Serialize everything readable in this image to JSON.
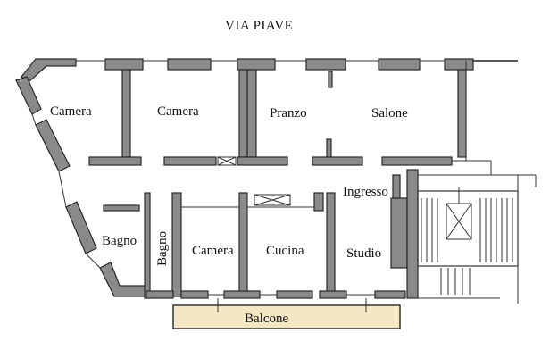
{
  "street": "VIA PIAVE",
  "rooms": {
    "camera_1": "Camera",
    "camera_2": "Camera",
    "pranzo": "Pranzo",
    "salone": "Salone",
    "ingresso": "Ingresso",
    "bagno_1": "Bagno",
    "bagno_2": "Bagno",
    "camera_3": "Camera",
    "cucina": "Cucina",
    "studio": "Studio",
    "balcone": "Balcone"
  },
  "colors": {
    "walls": "#8a8a8a",
    "balcony": "#f3e7c4",
    "background": "#ffffff"
  }
}
